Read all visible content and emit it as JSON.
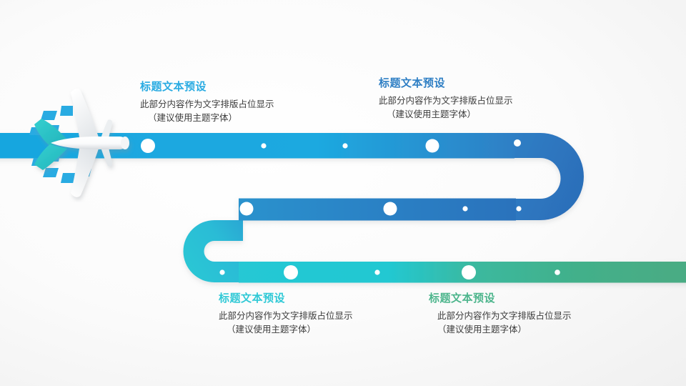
{
  "slide": {
    "type": "timeline-roadmap-infographic",
    "background_color": "#f7f7f7"
  },
  "graphics": {
    "airplane": {
      "name": "airplane-icon",
      "body_color": "#ffffff",
      "shadow_color": "#d8dadd",
      "tail_color": "#2ec6c6",
      "accent_color": "#29abe2",
      "heading": "right"
    },
    "ribbon": {
      "name": "winding-road-path",
      "segments": [
        {
          "id": "top",
          "color_start": "#1aa8e0",
          "color_end": "#2f80c4"
        },
        {
          "id": "turn-right",
          "color": "#2f75bf"
        },
        {
          "id": "middle",
          "color_start": "#2f75bf",
          "color_end": "#2c8bc9"
        },
        {
          "id": "turn-left",
          "color": "#2bc9d4"
        },
        {
          "id": "bottom",
          "color_start": "#23c6d4",
          "color_end": "#3fae87"
        }
      ],
      "dot_color": "#ffffff"
    }
  },
  "blocks": [
    {
      "title": "标题文本预设",
      "title_color": "#29abe2",
      "line1": "此部分内容作为文字排版占位显示",
      "line2": "（建议使用主题字体）"
    },
    {
      "title": "标题文本预设",
      "title_color": "#2f7fc4",
      "line1": "此部分内容作为文字排版占位显示",
      "line2": "（建议使用主题字体）"
    },
    {
      "title": "标题文本预设",
      "title_color": "#2fc9d6",
      "line1": "此部分内容作为文字排版占位显示",
      "line2": "（建议使用主题字体）"
    },
    {
      "title": "标题文本预设",
      "title_color": "#4cb58c",
      "line1": "此部分内容作为文字排版占位显示",
      "line2": "（建议使用主题字体）"
    }
  ]
}
